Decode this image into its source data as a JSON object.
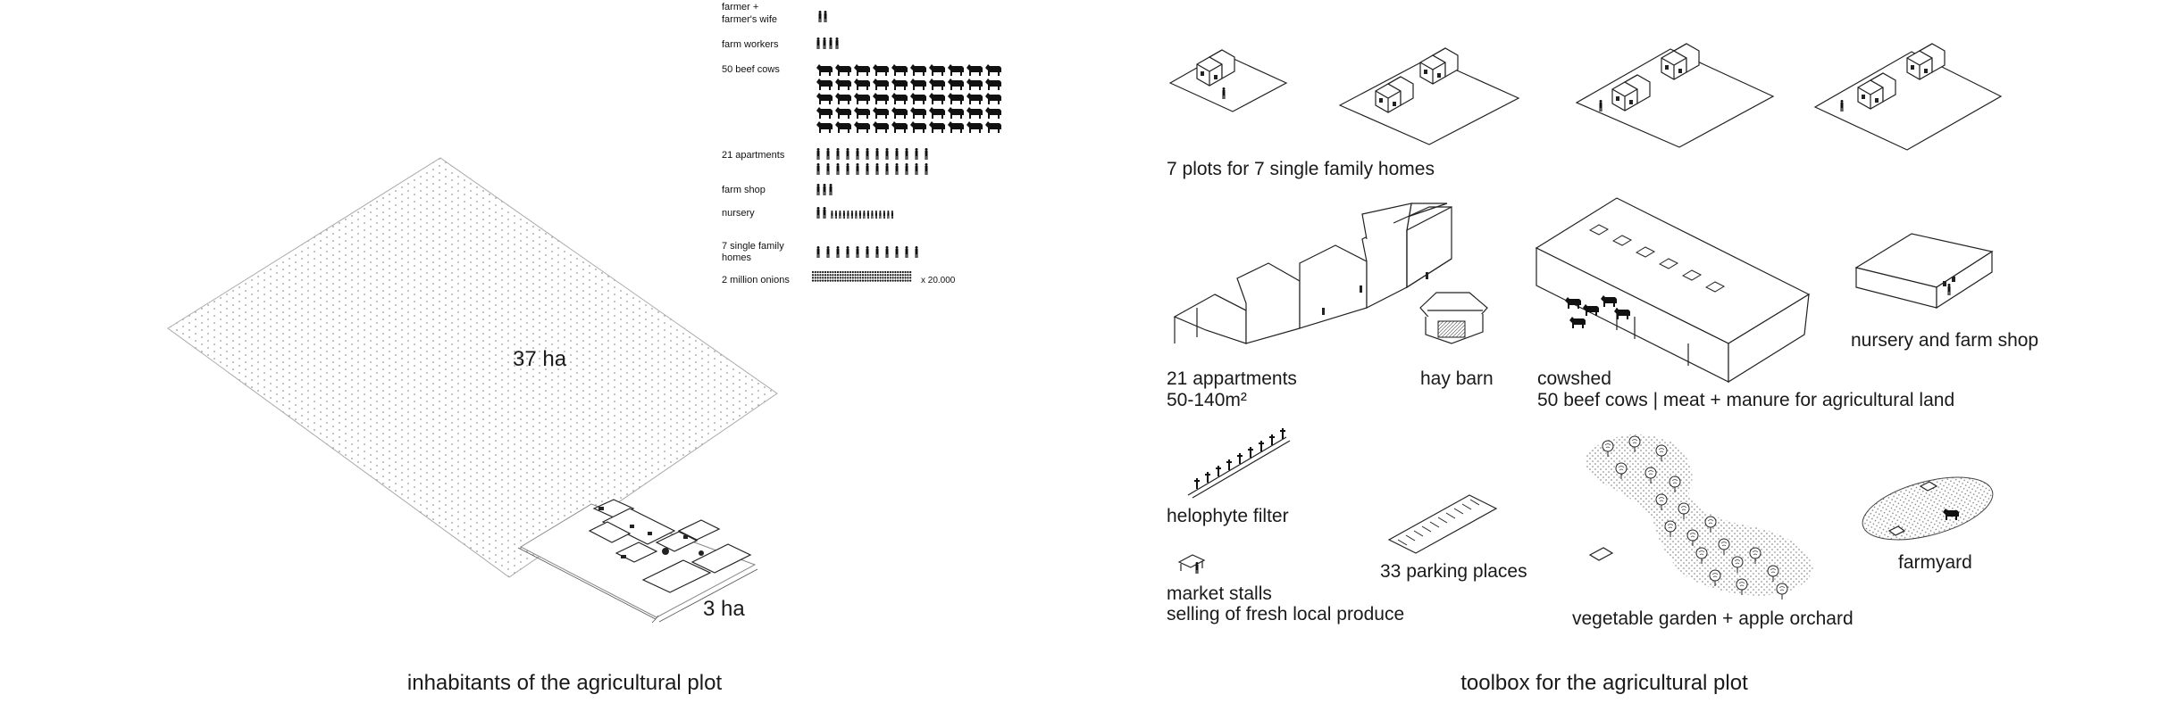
{
  "left_panel": {
    "caption": "inhabitants of the agricultural plot",
    "area_large": "37 ha",
    "area_small": "3 ha",
    "legend": [
      {
        "label_lines": [
          "farmer +",
          "farmer's wife"
        ],
        "icon": "person-pair-icon"
      },
      {
        "label_lines": [
          "farm workers"
        ],
        "icon": "people-icon"
      },
      {
        "label_lines": [
          "50 beef cows"
        ],
        "icon": "cow-icon"
      },
      {
        "label_lines": [
          "21 apartments"
        ],
        "icon": "people-icon"
      },
      {
        "label_lines": [
          "farm shop"
        ],
        "icon": "people-icon"
      },
      {
        "label_lines": [
          "nursery"
        ],
        "icon": "children-icon"
      },
      {
        "label_lines": [
          "7 single family",
          "homes"
        ],
        "icon": "people-icon"
      },
      {
        "label_lines": [
          "2 million onions"
        ],
        "icon": "onion-icon"
      }
    ],
    "onion_multiplier": "x 20.000"
  },
  "right_panel": {
    "caption": "toolbox for the agricultural plot",
    "items": [
      {
        "id": "homes",
        "lines": [
          "7 plots for  7 single family homes"
        ]
      },
      {
        "id": "apartments",
        "lines": [
          "21 appartments",
          "50-140m²"
        ]
      },
      {
        "id": "haybarn",
        "lines": [
          "hay barn"
        ]
      },
      {
        "id": "cowshed",
        "lines": [
          "cowshed",
          "50 beef cows | meat + manure for agricultural land"
        ]
      },
      {
        "id": "nursery",
        "lines": [
          "nursery and farm shop"
        ]
      },
      {
        "id": "helophyte",
        "lines": [
          "helophyte filter"
        ]
      },
      {
        "id": "parking",
        "lines": [
          "33 parking places"
        ]
      },
      {
        "id": "market",
        "lines": [
          "market stalls",
          "selling of fresh local produce"
        ]
      },
      {
        "id": "garden",
        "lines": [
          "vegetable garden + apple orchard"
        ]
      },
      {
        "id": "farmyard",
        "lines": [
          "farmyard"
        ]
      }
    ]
  }
}
